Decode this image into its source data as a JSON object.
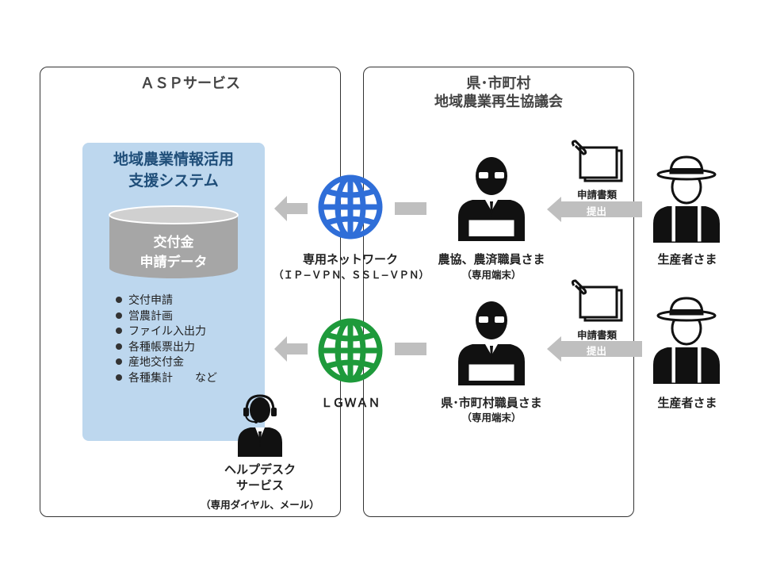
{
  "asp_box": {
    "title": "ＡＳＰサービス"
  },
  "council_box": {
    "title_line1": "県･市町村",
    "title_line2": "地域農業再生協議会"
  },
  "system": {
    "title_line1": "地域農業情報活用",
    "title_line2": "支援システム",
    "db_line1": "交付金",
    "db_line2": "申請データ",
    "features": [
      "交付申請",
      "営農計画",
      "ファイル入出力",
      "各種帳票出力",
      "産地交付金",
      "各種集計　　など"
    ]
  },
  "helpdesk": {
    "line1": "ヘルプデスク",
    "line2": "サービス",
    "sub": "（専用ダイヤル、メール）"
  },
  "network1": {
    "label": "専用ネットワーク",
    "sub": "（ＩＰ−ＶＰＮ、ＳＳＬ−ＶＰＮ）",
    "color": "#2f6ed8"
  },
  "network2": {
    "label": "ＬＧＷＡＮ",
    "color": "#1e9a3b"
  },
  "staff1": {
    "label": "農協、農済職員さま",
    "sub": "（専用端末）"
  },
  "staff2": {
    "label": "県･市町村職員さま",
    "sub": "（専用端末）"
  },
  "docs1": {
    "label": "申請書類",
    "submit": "提出"
  },
  "docs2": {
    "label": "申請書類",
    "submit": "提出"
  },
  "producer1": {
    "label": "生産者さま"
  },
  "producer2": {
    "label": "生産者さま"
  }
}
